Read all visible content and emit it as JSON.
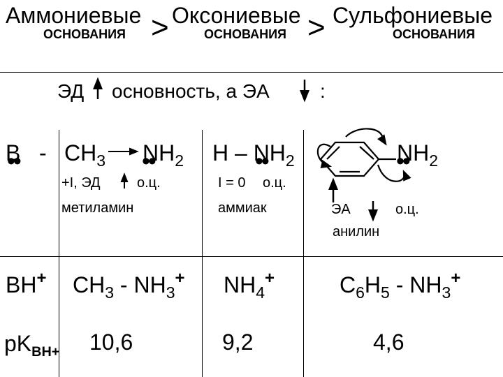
{
  "header": {
    "col1": {
      "title": "Аммониевые",
      "sub": "ОСНОВАНИЯ"
    },
    "col2": {
      "title": "Оксониевые",
      "sub": "ОСНОВАНИЯ"
    },
    "col3": {
      "title": "Сульфониевые",
      "sub": "ОСНОВАНИЯ"
    },
    "gt": ">"
  },
  "trend": {
    "ed": "ЭД",
    "text": "основность, а ЭА",
    "colon": ":"
  },
  "rowB": {
    "b": "B",
    "dash": "-",
    "methyl": {
      "ch": "CH",
      "ch_sub": "3",
      "nh": "NH",
      "nh_sub": "2",
      "effect": "+I, ЭД",
      "oc": "о.ц.",
      "name": "метиламин"
    },
    "ammonia": {
      "h": "H – NH",
      "h_sub": "2",
      "effect": "I = 0",
      "oc": "о.ц.",
      "name": "аммиак"
    },
    "aniline": {
      "nh": "NH",
      "nh_sub": "2",
      "ea": "ЭА",
      "oc": "о.ц.",
      "name": "анилин"
    }
  },
  "rowBH": {
    "bh": "BH",
    "plus": "+",
    "methyl": {
      "a": "CH",
      "a_sub": "3",
      "b": " - NH",
      "b_sub": "3"
    },
    "ammonia": {
      "a": "NH",
      "a_sub": "4"
    },
    "aniline": {
      "a": "C",
      "a_sub": "6",
      "b": "H",
      "b_sub": "5",
      "c": " - NH",
      "c_sub": "3"
    }
  },
  "rowPK": {
    "pk": "pK",
    "pk_sub": "BH+",
    "methyl": "10,6",
    "ammonia": "9,2",
    "aniline": "4,6"
  }
}
